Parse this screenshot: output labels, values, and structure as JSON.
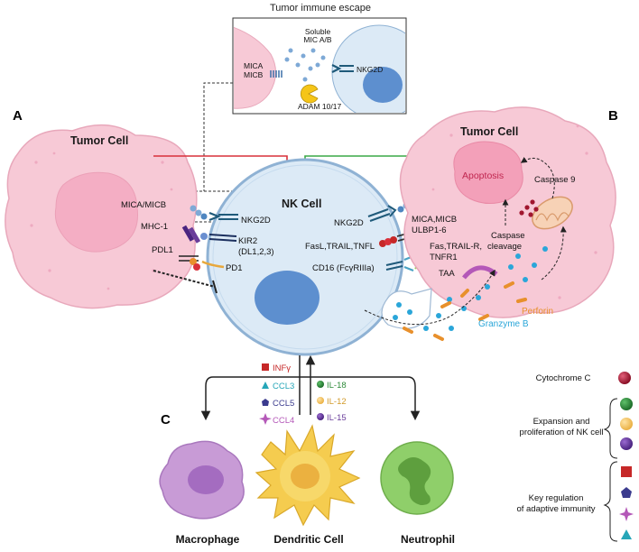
{
  "inset": {
    "title": "Tumor  immune escape",
    "soluble_line1": "Soluble",
    "soluble_line2": "MIC A/B",
    "mica": "MICA",
    "micb": "MICB",
    "nkg2d": "NKG2D",
    "adam": "ADAM 10/17"
  },
  "panels": {
    "a": "A",
    "b": "B",
    "c": "C"
  },
  "left": {
    "title": "Tumor Cell",
    "mica_micb": "MICA/MICB",
    "mhc1": "MHC-1",
    "pdl1": "PDL1"
  },
  "nk": {
    "title": "NK Cell",
    "nkg2d_left": "NKG2D",
    "kir2_line1": "KIR2",
    "kir2_line2": "(DL1,2,3)",
    "pd1": "PD1",
    "nkg2d_right": "NKG2D",
    "fasl": "FasL,TRAIL,TNFL",
    "cd16": "CD16 (FcγRIIIa)"
  },
  "right": {
    "title": "Tumor Cell",
    "apoptosis": "Apoptosis",
    "caspase9": "Caspase 9",
    "mica_line1": "MICA,MICB",
    "mica_line2": "ULBP1-6",
    "fas_line1": "Fas,TRAIL-R,",
    "fas_line2": "TNFR1",
    "taa": "TAA",
    "cleavage_line1": "Caspase",
    "cleavage_line2": "cleavage",
    "perforin": "Perforin",
    "granzyme": "Granzyme B"
  },
  "cytokines": {
    "out": [
      "INFγ",
      "CCL3",
      "CCL5",
      "CCL4"
    ],
    "in": [
      "IL-18",
      "IL-12",
      "IL-15"
    ]
  },
  "bottom": {
    "macrophage": "Macrophage",
    "dendritic": "Dendritic Cell",
    "neutrophil": "Neutrophil"
  },
  "legend": {
    "cytochrome": "Cytochrome C",
    "expansion_line1": "Expansion and",
    "expansion_line2": "proliferation of NK cell",
    "key_line1": "Key regulation",
    "key_line2": "of adaptive immunity"
  },
  "colors": {
    "tumor_fill": "#f7c9d6",
    "tumor_stroke": "#e8a8bb",
    "nk_fill": "#dceaf6",
    "nk_stroke": "#8fb2d4",
    "nucleus": "#5d8fcf",
    "red_arrow": "#d9303a",
    "green_arrow": "#3aa846",
    "perforin": "#e8902c",
    "granzyme": "#2aa6d9",
    "infg": "#c62828",
    "ccl3": "#26a6b8",
    "ccl5": "#3b3b8e",
    "ccl4": "#b458b8",
    "il18": "#2e8b3a",
    "il12": "#f5c663",
    "il15": "#6a3d9a",
    "cytochrome": "#a0162e",
    "apoptosis_text": "#c0264f",
    "macrophage": "#c89bd6",
    "dendritic": "#f5cc4f",
    "neutrophil": "#8fcf6a"
  }
}
